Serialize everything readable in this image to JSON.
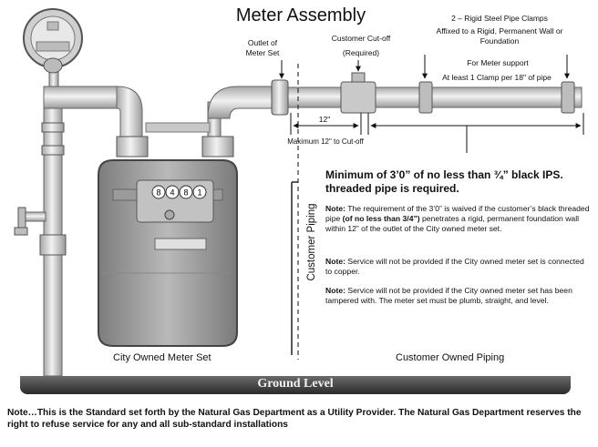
{
  "title": "Meter Assembly",
  "labels": {
    "outlet": [
      "Outlet of",
      "Meter Set"
    ],
    "cutoff": [
      "Customer Cut-off",
      "(Required)"
    ],
    "clamps": [
      "2 – Rigid Steel Pipe Clamps",
      "Affixed to a Rigid, Permanent Wall or",
      "Foundation"
    ],
    "support": "For Meter support",
    "clamp_spacing": "At  least  1 Clamp per 18\" of pipe",
    "dim_12": "12\"",
    "max_12": "Maximum 12\" to Cut-off",
    "meter_digits": [
      "8",
      "4",
      "8",
      "1"
    ]
  },
  "requirement": [
    "Minimum of 3’0” of no less than ¾” black IPS.",
    "threaded pipe is required."
  ],
  "notes": {
    "n1_label": "Note:",
    "n1_a": "The requirement of the 3’0” is waived if the customer’s black threaded pipe",
    "n1_bold": "(of no less than 3/4”)",
    "n1_b": "penetrates a rigid, permanent foundation wall within 12” of the outlet of the City owned meter set.",
    "n2_label": "Note:",
    "n2": "Service will not be provided if the City owned meter set is connected to copper.",
    "n3_label": "Note:",
    "n3": "Service will not be provided if the City owned meter set has been tampered with.  The meter set must be plumb, straight, and level."
  },
  "customer_piping_vertical": "Customer Piping",
  "city_owned": "City Owned Meter Set",
  "customer_owned": "Customer Owned Piping",
  "ground_level": "Ground Level",
  "footer": "Note…This is the Standard set forth by the Natural Gas Department as a Utility Provider. The Natural Gas Department reserves the right to refuse service for any and all sub-standard installations",
  "colors": {
    "pipe": "#d4d4d4",
    "pipe_stroke": "#555555",
    "meter": "#9e9e9e",
    "ground": "#333333"
  }
}
